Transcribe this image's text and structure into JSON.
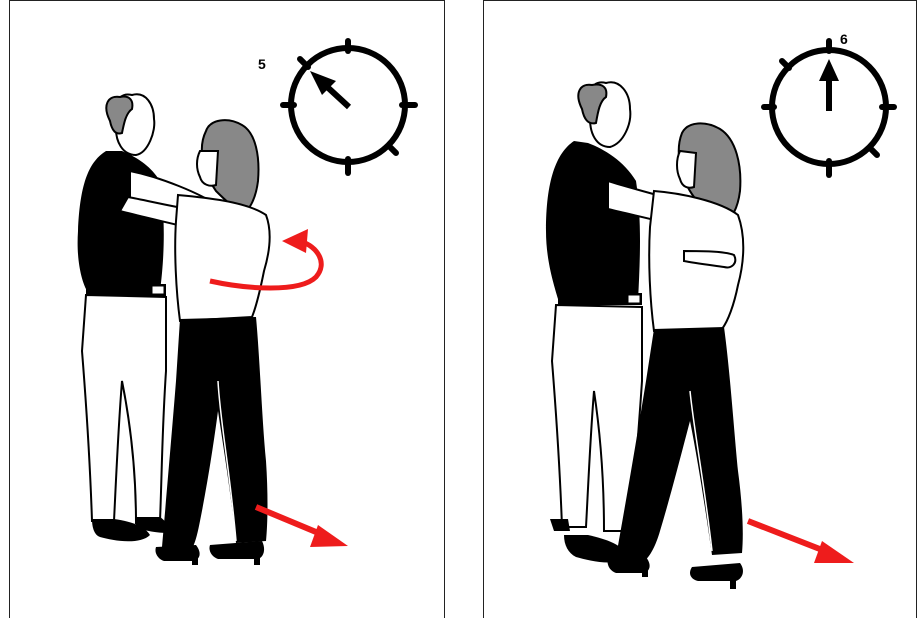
{
  "panels": [
    {
      "beat_label": "5",
      "clock_hand": "upper-left",
      "clock_icon": "clock-dial-icon",
      "turn_arrow": "counterclockwise-turn-arrow-icon",
      "step_arrow": "step-direction-arrow-icon"
    },
    {
      "beat_label": "6",
      "clock_hand": "up",
      "clock_icon": "clock-dial-icon",
      "step_arrow": "step-direction-arrow-icon"
    }
  ],
  "colors": {
    "arrow": "#ee1c1c",
    "hair": "#8a8a8a",
    "ink": "#000000",
    "paper": "#ffffff"
  }
}
